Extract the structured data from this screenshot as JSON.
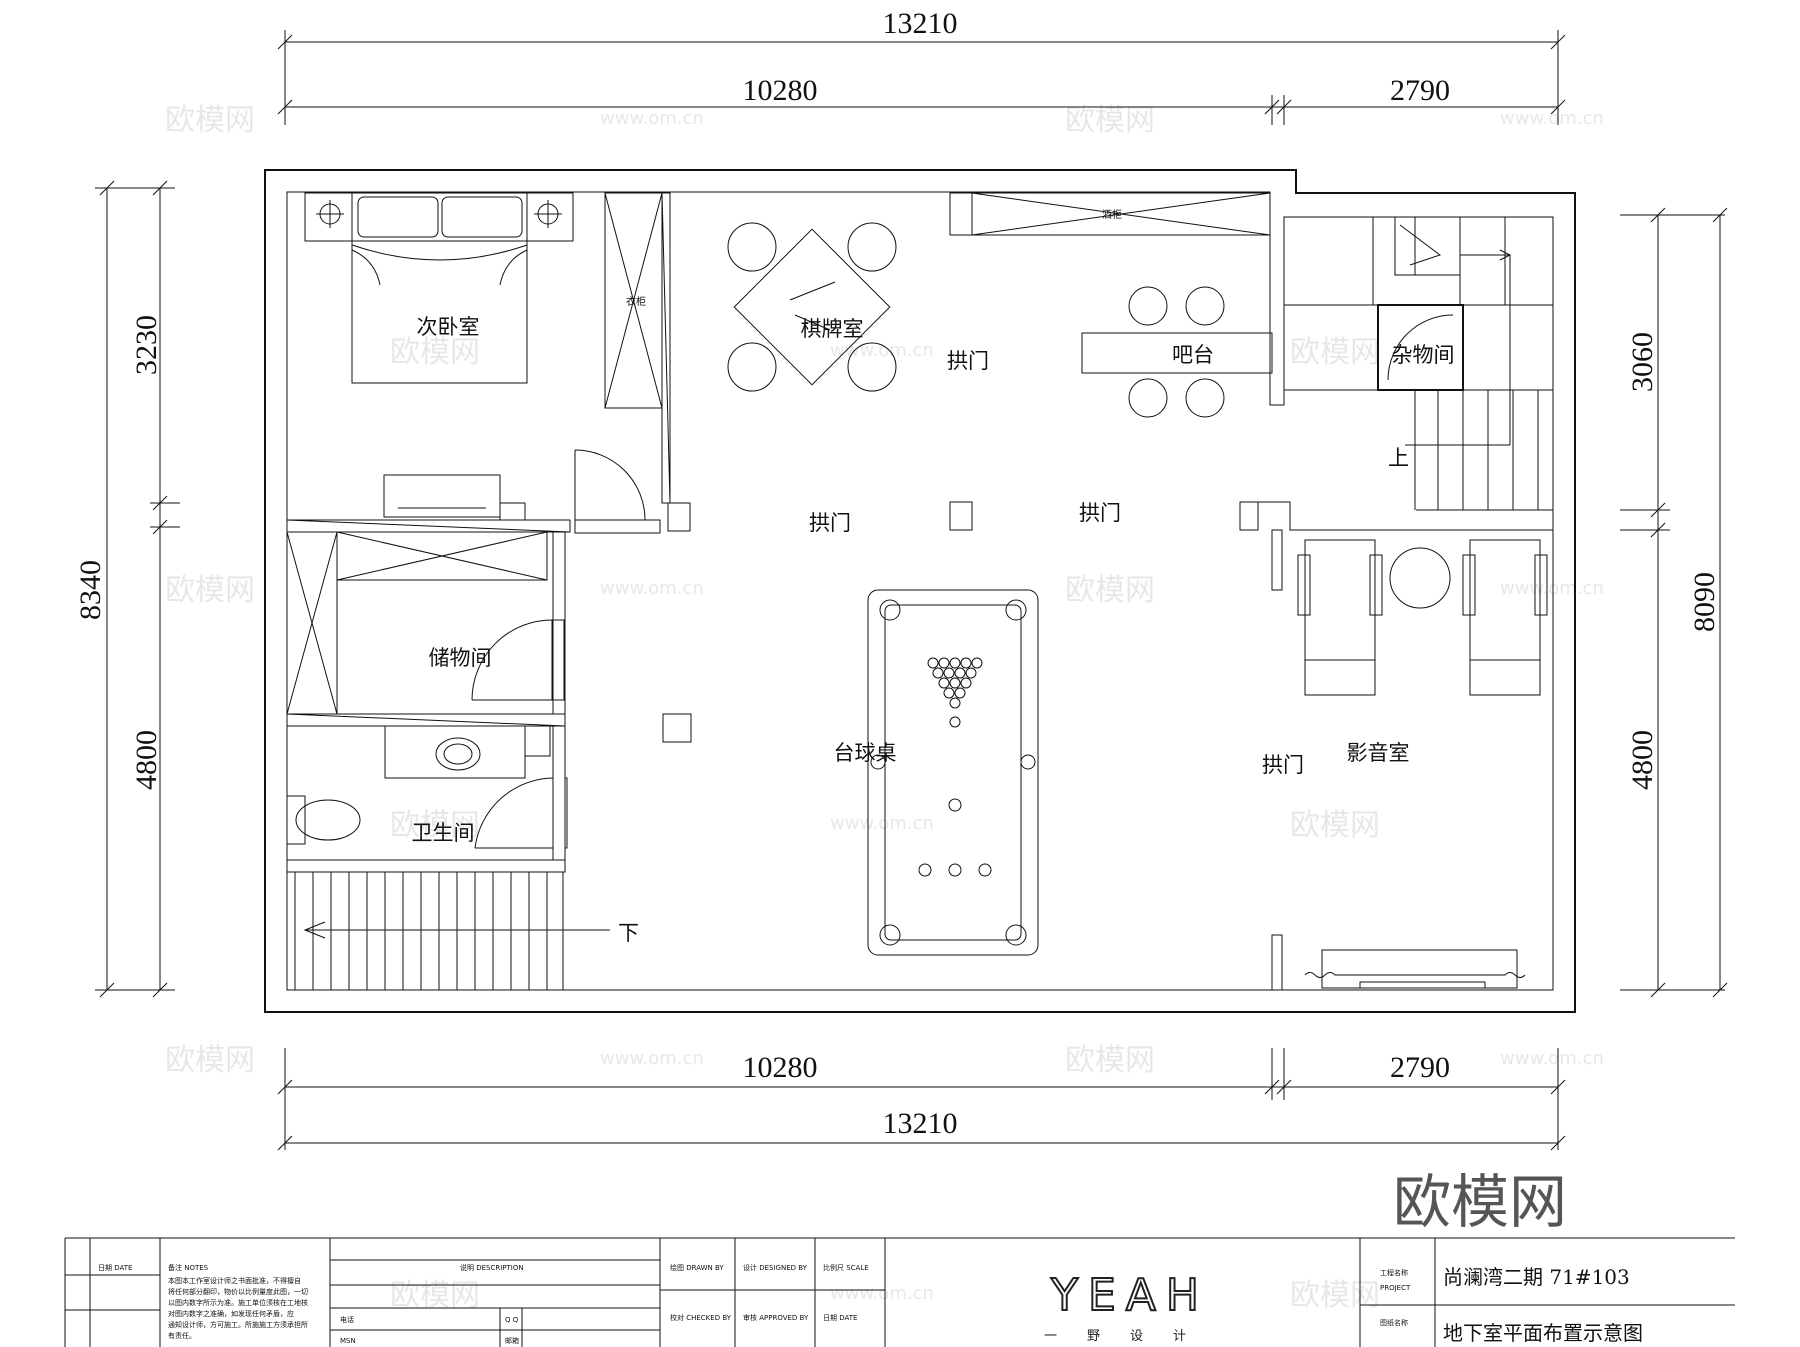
{
  "dimensions": {
    "overall_width": "13210",
    "left_width": "10280",
    "right_width": "2790",
    "overall_height": "8340",
    "left_upper": "3230",
    "left_lower": "4800",
    "right_upper": "3060",
    "right_lower": "4800",
    "right_total": "8090"
  },
  "rooms": {
    "secondary_bedroom": "次卧室",
    "chess_room": "棋牌室",
    "bar": "吧台",
    "storage": "储物间",
    "utility": "杂物间",
    "bathroom": "卫生间",
    "billiards": "台球桌",
    "theater": "影音室",
    "arch_door": "拱门",
    "up": "上",
    "down": "下",
    "wardrobe": "衣柜",
    "wine_cabinet": "酒柜"
  },
  "title_block": {
    "date": "日期 DATE",
    "notes": "备注    NOTES",
    "notes_text_1": "本图本工作室设计师之书面批准，不得擅自",
    "notes_text_2": "将任何部分翻印，物价以比例量度此图，一切",
    "notes_text_3": "以图内数字所示为准。施工单位须核在工地核",
    "notes_text_4": "对图内数字之准确，如发现任何矛盾，应",
    "notes_text_5": "通知设计师，方可施工。所施施工方须承担所",
    "notes_text_6": "有责任。",
    "description": "说明      DESCRIPTION",
    "phone": "电话",
    "qq": "Q Q",
    "msn": "MSN",
    "email": "邮箱",
    "drawn_by": "绘图  DRAWN BY",
    "designed_by": "设计 DESIGNED BY",
    "scale": "比例尺  SCALE",
    "checked_by": "校对  CHECKED BY",
    "approved_by": "审核  APPROVED BY",
    "date2": "日期   DATE",
    "logo": "YEAH",
    "logo_sub": "一野设计",
    "project_label": "工程名称",
    "project_label_en": "PROJECT",
    "project_name": "尚澜湾二期  71#103",
    "drawing_label": "图纸名称",
    "drawing_name": "地下室平面布置示意图"
  },
  "watermark": {
    "brand": "欧模网",
    "url": "www.om.cn",
    "corner_brand": "欧模网"
  }
}
